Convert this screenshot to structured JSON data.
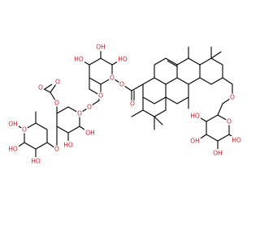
{
  "molecule": {
    "atom_labels": {
      "acetyl_ring_o": "O",
      "acetyl_carbonyl_o": "O",
      "sugar_left_ring_o": "O",
      "sugar_left_link_o": "O",
      "sugar_left_oh_1": "OH",
      "sugar_left_oh_2": "HO",
      "sugar_left_oh_3": "HO",
      "sugar_mid_ring_o": "O",
      "sugar_mid_glyco_o": "O",
      "sugar_mid_oh_1": "HO",
      "sugar_mid_oh_2": "OH",
      "sugar_mid_oh_3": "O",
      "sugar_upper_ring_o": "O",
      "sugar_upper_oh_1": "HO",
      "sugar_upper_oh_2": "OH",
      "sugar_upper_oh_3": "HO",
      "ester_o": "O",
      "ester_carbonyl_o": "O",
      "ester_link_o": "O",
      "right_sugar_ring_o": "O",
      "right_sugar_glyco_o": "O",
      "right_sugar_oh_1": "HO",
      "right_sugar_oh_2": "OH",
      "right_sugar_oh_3": "OH",
      "right_sugar_oh_4": "HO"
    }
  }
}
